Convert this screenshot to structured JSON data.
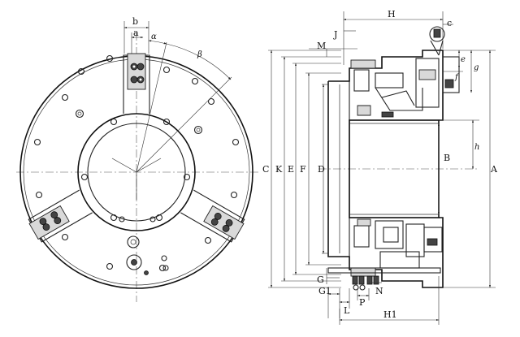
{
  "front_view": {
    "labels": {
      "b": "b",
      "a": "a",
      "alpha": "α",
      "beta": "β"
    }
  },
  "side_view": {
    "labels": {
      "H": "H",
      "J": "J",
      "M": "M",
      "c": "c",
      "e": "e",
      "f": "f",
      "g": "g",
      "h": "h",
      "A": "A",
      "B_inner": "B",
      "C": "C",
      "K": "K",
      "E": "E",
      "F": "F",
      "D": "D",
      "G": "G",
      "G1": "G1",
      "L": "L",
      "N": "N",
      "P": "P",
      "H1": "H1"
    }
  }
}
